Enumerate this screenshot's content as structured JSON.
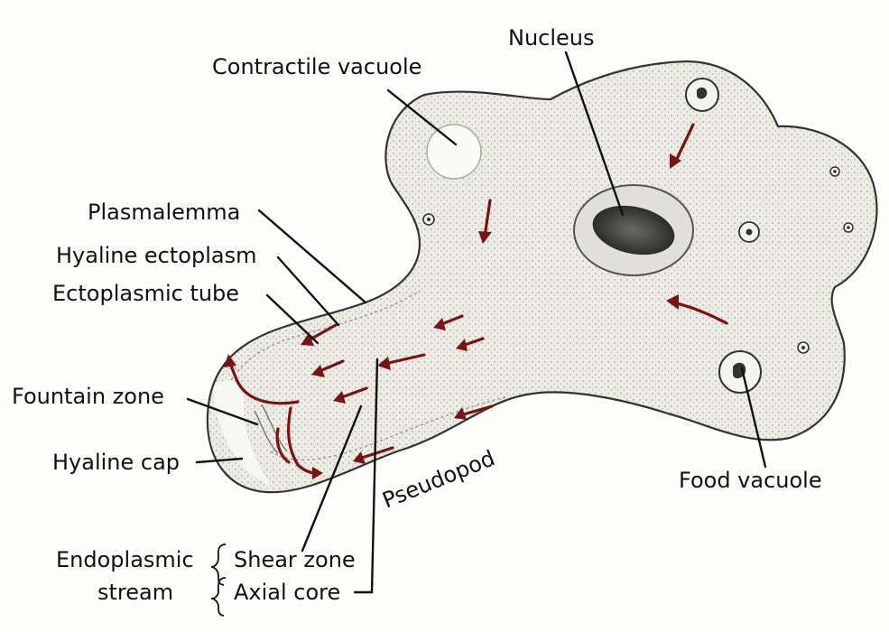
{
  "labels": {
    "contractile_vacuole": "Contractile vacuole",
    "nucleus": "Nucleus",
    "plasmalemma": "Plasmalemma",
    "hyaline_ectoplasm": "Hyaline ectoplasm",
    "ectoplasmic_tube": "Ectoplasmic tube",
    "fountain_zone": "Fountain zone",
    "hyaline_cap": "Hyaline cap",
    "pseudopod": "Pseudopod",
    "food_vacuole": "Food vacuole",
    "endoplasmic": "Endoplasmic",
    "stream": "stream",
    "shear_zone": "Shear zone",
    "axial_core": "Axial core"
  },
  "colors": {
    "cytoplasm": "#ecebe4",
    "outline": "#333333",
    "arrow": "#7a1414",
    "nucleus": "#4a4a48",
    "background": "#fdfdfb"
  }
}
